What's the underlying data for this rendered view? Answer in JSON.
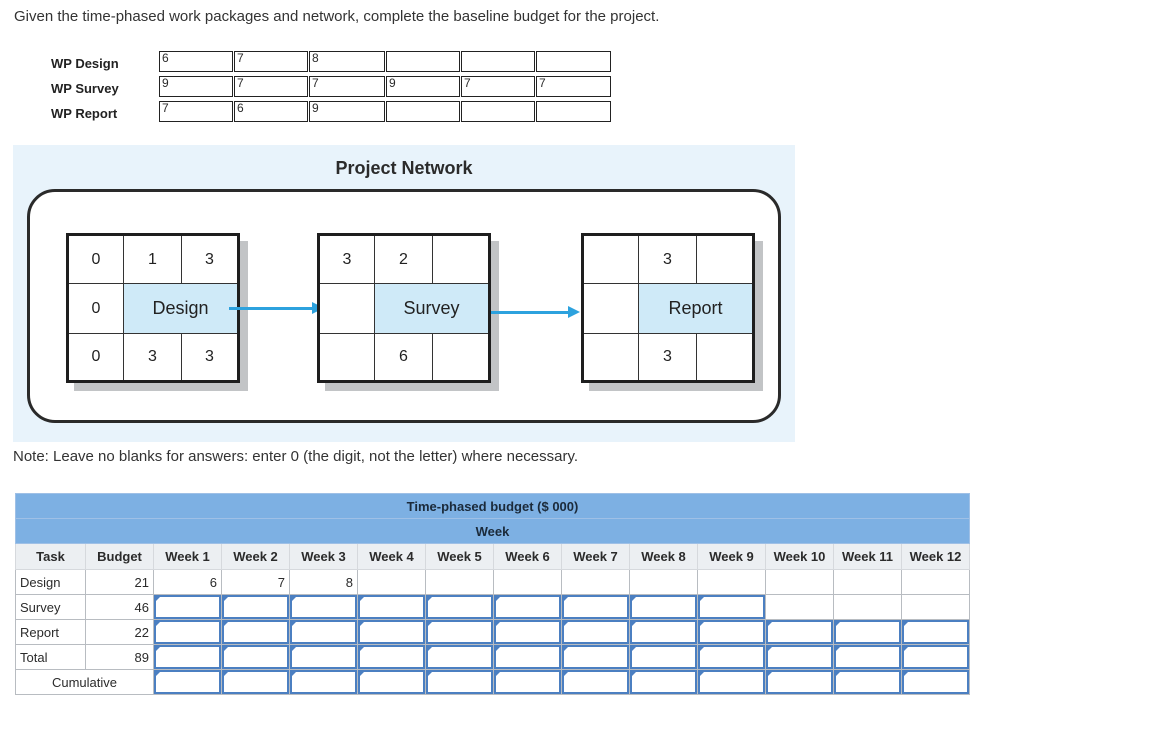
{
  "instruction": "Given the time-phased work packages and network, complete the baseline budget for the project.",
  "wp_table": {
    "rows": [
      {
        "label": "WP Design",
        "cells": [
          "6",
          "7",
          "8",
          "",
          "",
          ""
        ]
      },
      {
        "label": "WP Survey",
        "cells": [
          "9",
          "7",
          "7",
          "9",
          "7",
          "7"
        ]
      },
      {
        "label": "WP Report",
        "cells": [
          "7",
          "6",
          "9",
          "",
          "",
          ""
        ]
      }
    ]
  },
  "network": {
    "title": "Project Network",
    "nodes": [
      {
        "name": "Design",
        "top": [
          "0",
          "1",
          "3"
        ],
        "mid_left": "0",
        "mid_right": "",
        "bottom": [
          "0",
          "3",
          "3"
        ]
      },
      {
        "name": "Survey",
        "top": [
          "3",
          "2",
          ""
        ],
        "mid_left": "",
        "mid_right": "",
        "bottom": [
          "",
          "6",
          ""
        ]
      },
      {
        "name": "Report",
        "top": [
          "",
          "3",
          ""
        ],
        "mid_left": "",
        "mid_right": "",
        "bottom": [
          "",
          "3",
          ""
        ]
      }
    ]
  },
  "note": "Note: Leave no blanks for answers: enter 0 (the digit, not the letter) where necessary.",
  "budget_table": {
    "title": "Time-phased budget ($ 000)",
    "week_band": "Week",
    "headers": [
      "Task",
      "Budget",
      "Week 1",
      "Week 2",
      "Week 3",
      "Week 4",
      "Week 5",
      "Week 6",
      "Week 7",
      "Week 8",
      "Week 9",
      "Week 10",
      "Week 11",
      "Week 12"
    ],
    "rows": [
      {
        "task": "Design",
        "budget": "21",
        "weeks": [
          "6",
          "7",
          "8",
          "",
          "",
          "",
          "",
          "",
          "",
          "",
          "",
          ""
        ]
      },
      {
        "task": "Survey",
        "budget": "46",
        "weeks": [
          "",
          "",
          "",
          "",
          "",
          "",
          "",
          "",
          "",
          "",
          "",
          ""
        ]
      },
      {
        "task": "Report",
        "budget": "22",
        "weeks": [
          "",
          "",
          "",
          "",
          "",
          "",
          "",
          "",
          "",
          "",
          "",
          ""
        ]
      },
      {
        "task": "Total",
        "budget": "89",
        "weeks": [
          "",
          "",
          "",
          "",
          "",
          "",
          "",
          "",
          "",
          "",
          "",
          ""
        ]
      }
    ],
    "cumulative_label": "Cumulative"
  }
}
